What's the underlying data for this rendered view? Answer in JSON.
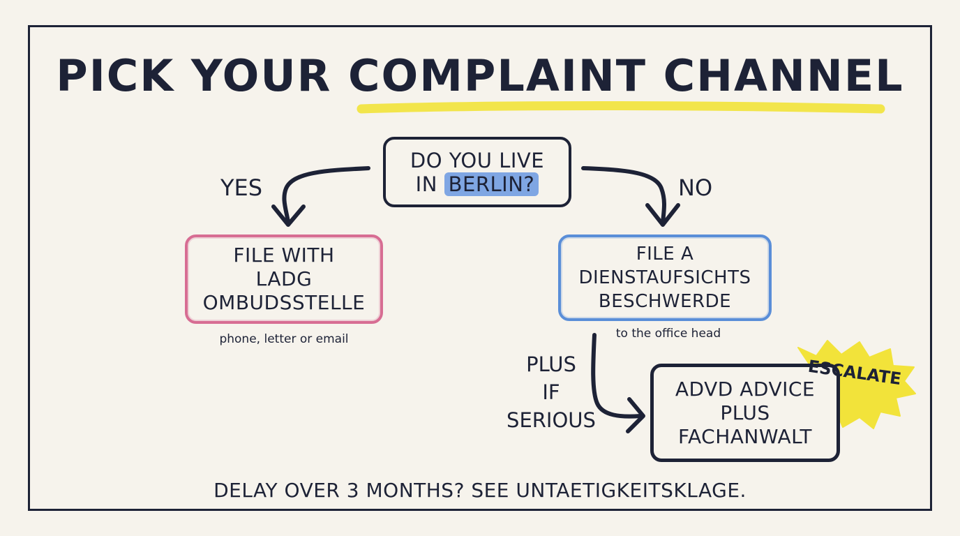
{
  "title": {
    "prefix": "PICK YOUR ",
    "highlight": "COMPLAINT CHANNEL"
  },
  "question": {
    "line1": "DO YOU LIVE",
    "line2_prefix": "IN ",
    "line2_highlight": "BERLIN?"
  },
  "yes_label": "YES",
  "no_label": "NO",
  "yes_box": {
    "lines": [
      "FILE WITH",
      "LADG",
      "OMBUDSSTELLE"
    ],
    "note": "phone, letter or email"
  },
  "no_box": {
    "lines": [
      "FILE A",
      "DIENSTAUFSICHTS",
      "BESCHWERDE"
    ],
    "note": "to the office head"
  },
  "escalation": {
    "condition": [
      "PLUS",
      "IF",
      "SERIOUS"
    ],
    "lines": [
      "ADVD ADVICE",
      "PLUS",
      "FACHANWALT"
    ],
    "badge": "ESCALATE"
  },
  "footer": "DELAY OVER 3 MONTHS? SEE UNTAETIGKEITSKLAGE.",
  "colors": {
    "ink": "#1d2236",
    "yes_border": "#d76d93",
    "no_border": "#5a8ed8",
    "highlight": "#f2e33a",
    "berlin_highlight": "#7fa6e3",
    "background": "#f6f3ec"
  },
  "icons": [
    "arrow-yes-icon",
    "arrow-no-icon",
    "arrow-escalate-icon",
    "starburst-icon"
  ]
}
